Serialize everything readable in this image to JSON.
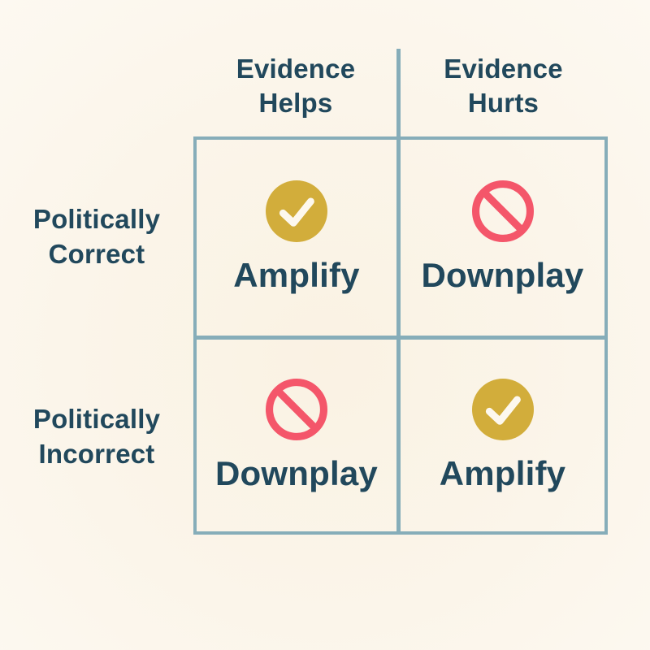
{
  "diagram": {
    "column_headers": [
      {
        "label": "Evidence\nHelps"
      },
      {
        "label": "Evidence\nHurts"
      }
    ],
    "row_headers": [
      {
        "label": "Politically\nCorrect"
      },
      {
        "label": "Politically\nIncorrect"
      }
    ],
    "cells": [
      {
        "row": "Politically Correct",
        "column": "Evidence Helps",
        "icon": "check-circle-icon",
        "label": "Amplify"
      },
      {
        "row": "Politically Correct",
        "column": "Evidence Hurts",
        "icon": "no-symbol-icon",
        "label": "Downplay"
      },
      {
        "row": "Politically Incorrect",
        "column": "Evidence Helps",
        "icon": "no-symbol-icon",
        "label": "Downplay"
      },
      {
        "row": "Politically Incorrect",
        "column": "Evidence Hurts",
        "icon": "check-circle-icon",
        "label": "Amplify"
      }
    ],
    "colors": {
      "background": "#fcf7ee",
      "text": "#21485c",
      "grid_line": "#86adb9",
      "check_circle_fill": "#d2ad3b",
      "check_mark": "#fdf8ee",
      "no_symbol": "#f4566a"
    }
  }
}
